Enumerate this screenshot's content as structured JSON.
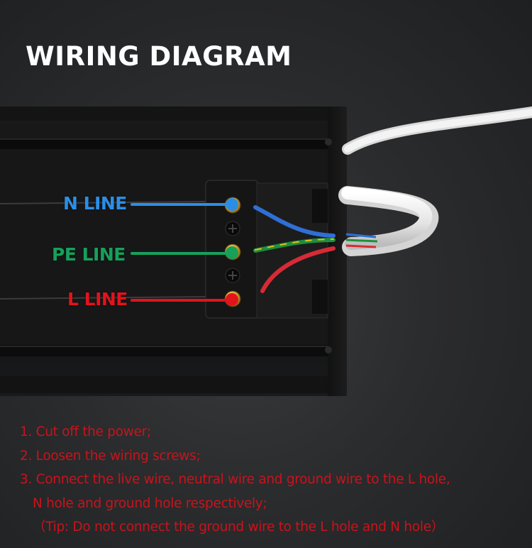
{
  "title": "WIRING DIAGRAM",
  "labels": {
    "n_line": "N LINE",
    "pe_line": "PE LINE",
    "l_line": "L LINE"
  },
  "colors": {
    "n_line": "#2b8ee6",
    "pe_line": "#17a05a",
    "l_line": "#e3131b",
    "instruction_text": "#c8141b"
  },
  "instructions": [
    "1. Cut off the power;",
    "2. Loosen the wiring screws;",
    "3. Connect the live wire, neutral wire and ground wire to the L hole,",
    "N hole and ground hole respectively;",
    "（Tip: Do not connect the ground wire to the L hole and N hole）"
  ]
}
